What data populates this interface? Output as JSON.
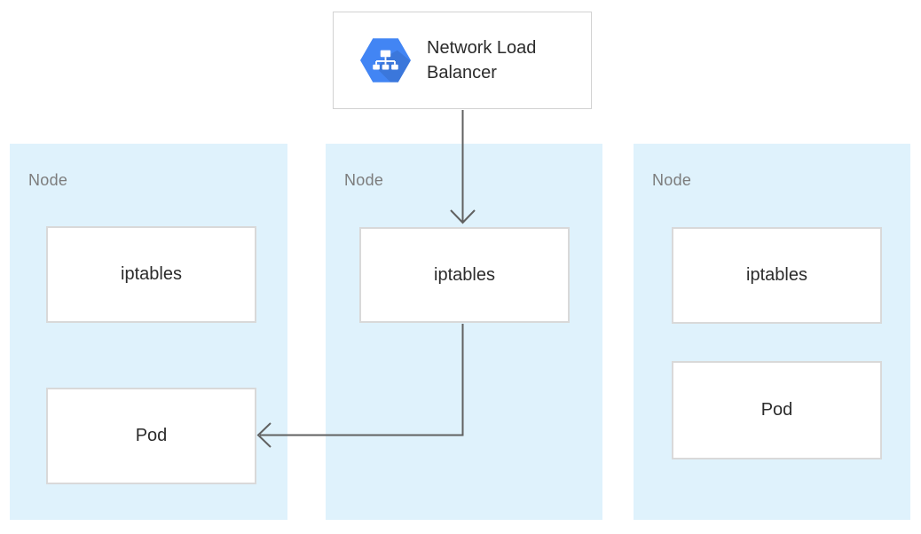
{
  "diagram": {
    "load_balancer": {
      "label": "Network Load Balancer",
      "icon": "network-load-balancer-hexagon-icon"
    },
    "nodes": [
      {
        "label": "Node",
        "boxes": [
          {
            "label": "iptables"
          },
          {
            "label": "Pod"
          }
        ]
      },
      {
        "label": "Node",
        "boxes": [
          {
            "label": "iptables"
          }
        ]
      },
      {
        "label": "Node",
        "boxes": [
          {
            "label": "iptables"
          },
          {
            "label": "Pod"
          }
        ]
      }
    ],
    "connections": [
      {
        "from": "network-load-balancer",
        "to": "node-2-iptables",
        "style": "straight-down-arrow"
      },
      {
        "from": "node-2-iptables",
        "to": "node-1-pod",
        "style": "elbow-arrow-left"
      }
    ],
    "colors": {
      "canvas_background": "#ffffff",
      "node_background": "#dff2fc",
      "inner_box_border": "#d9d9d9",
      "lb_box_border": "#d2d2d2",
      "arrow": "#616161",
      "node_label_text": "#7c7c7c",
      "box_label_text": "#2b2b2b",
      "hexagon_blue": "#4285f4"
    }
  }
}
